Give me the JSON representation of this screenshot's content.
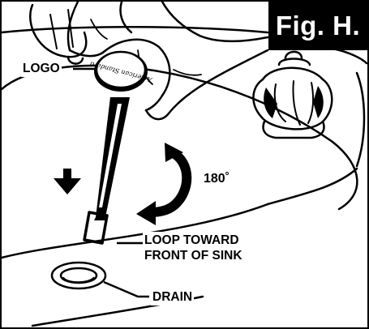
{
  "figure": {
    "label": "Fig. H."
  },
  "callouts": {
    "logo": "LOGO",
    "rotation": "180˚",
    "loop_line1": "LOOP TOWARD",
    "loop_line2": "FRONT OF SINK",
    "drain": "DRAIN"
  },
  "stopper_head_text": "American Standard",
  "colors": {
    "ink": "#000000",
    "paper": "#ffffff"
  }
}
